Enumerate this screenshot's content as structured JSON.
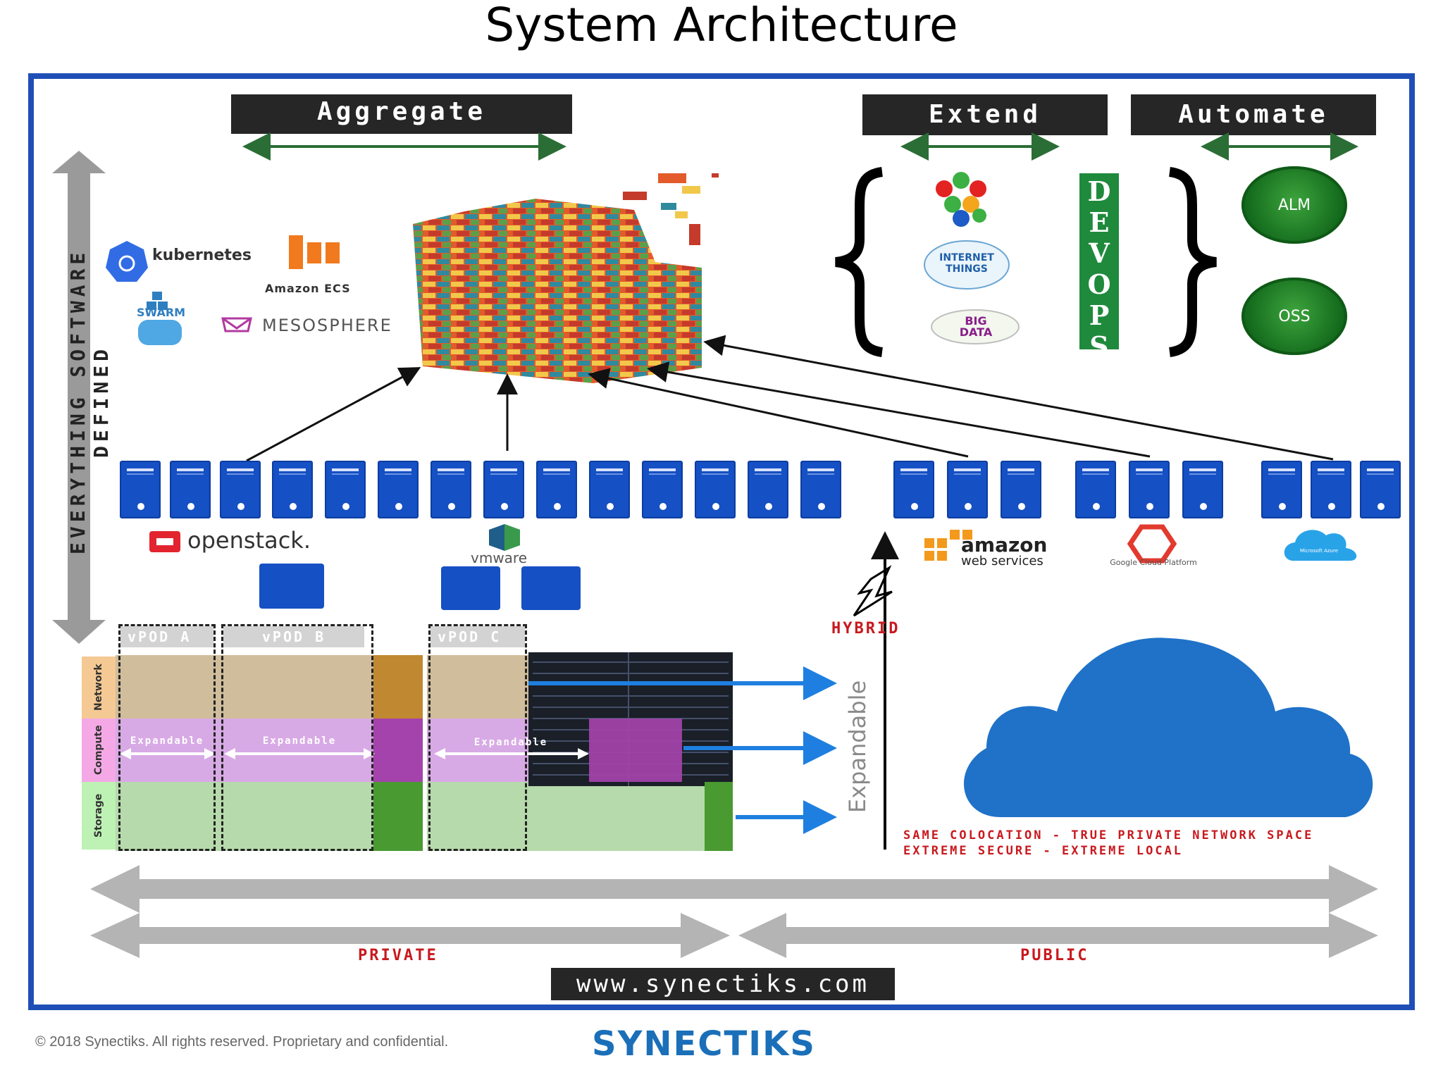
{
  "title": "System Architecture",
  "headers": {
    "aggregate": "Aggregate",
    "extend": "Extend",
    "automate": "Automate"
  },
  "side_label": "EVERYTHING SOFTWARE DEFINED",
  "orchestrators": {
    "kubernetes": "kubernetes",
    "amazon_ecs": "Amazon ECS",
    "swarm": "SWARM",
    "mesosphere": "MESOSPHERE"
  },
  "extend_items": {
    "iot": "INTERNET THINGS",
    "big_data": "BIG DATA"
  },
  "devops": [
    "D",
    "E",
    "V",
    "O",
    "P",
    "S"
  ],
  "automate_items": [
    "ALM",
    "OSS"
  ],
  "private_logos": {
    "openstack": "openstack.",
    "vmware": "vmware"
  },
  "public_logos": {
    "aws_line1": "amazon",
    "aws_line2": "web services",
    "gcp": "Google Cloud Platform",
    "azure": "Microsoft Azure"
  },
  "vpods": [
    "vPOD A",
    "vPOD B",
    "vPOD C"
  ],
  "layers": [
    "Network",
    "Compute",
    "Storage"
  ],
  "expandable_small": "Expandable",
  "expandable_big": "Expandable",
  "hybrid": "HYBRID",
  "colocation_line1": "SAME COLOCATION - TRUE PRIVATE NETWORK SPACE",
  "colocation_line2": "EXTREME SECURE - EXTREME LOCAL",
  "private_label": "PRIVATE",
  "public_label": "PUBLIC",
  "website": "www.synectiks.com",
  "footer_copyright": "© 2018 Synectiks. All rights reserved. Proprietary and confidential.",
  "footer_brand": "SYNECTIKS",
  "colors": {
    "frame_blue": "#1f4fb6",
    "server_blue": "#1550c4",
    "cloud_blue": "#1f72c8",
    "accent_red": "#c8191e",
    "header_dark": "#262626",
    "arrow_green": "#2a6e35"
  }
}
